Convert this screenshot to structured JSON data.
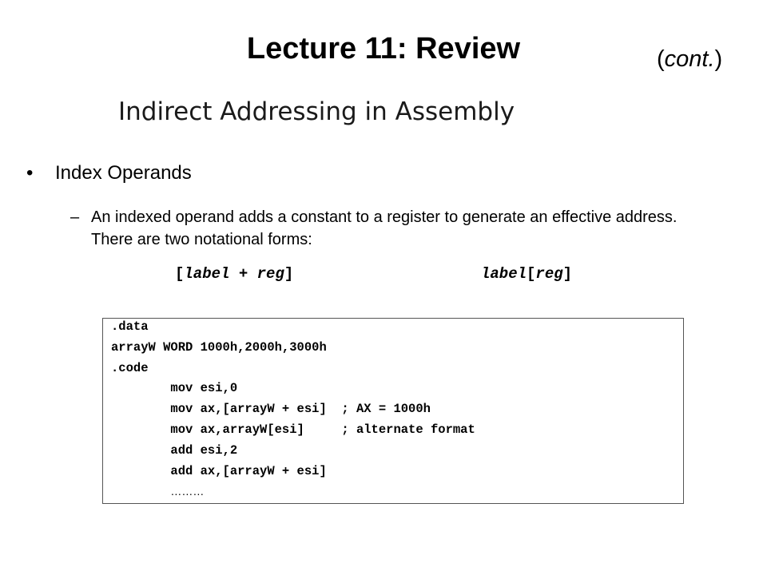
{
  "slide": {
    "title": "Lecture 11: Review",
    "cont": {
      "open": "(",
      "word": "cont.",
      "close": ")"
    },
    "subtitle": "Indirect Addressing in Assembly",
    "bullet": {
      "marker": "•",
      "text": "Index Operands"
    },
    "sub_bullet": {
      "marker": "–",
      "text": "An indexed operand adds a constant to a register to generate an effective address. There are two notational forms:"
    },
    "forms": {
      "form1": {
        "open": "[",
        "label": "label",
        "plus": " + ",
        "reg": "reg",
        "close": "]"
      },
      "form2": {
        "label": "label",
        "open": "[",
        "reg": "reg",
        "close": "]"
      }
    },
    "code": {
      "lines": [
        ".data",
        "arrayW WORD 1000h,2000h,3000h",
        ".code",
        "        mov esi,0",
        "        mov ax,[arrayW + esi]  ; AX = 1000h",
        "        mov ax,arrayW[esi]     ; alternate format",
        "        add esi,2",
        "        add ax,[arrayW + esi]"
      ],
      "indent": "        ",
      "ellipsis": "………"
    }
  }
}
